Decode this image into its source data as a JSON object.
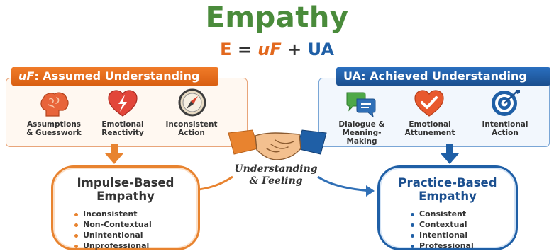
{
  "header": {
    "title": "Empathy",
    "formula": {
      "e": "E",
      "eq": "=",
      "uf": "uF",
      "plus": "+",
      "ua": "UA"
    }
  },
  "left": {
    "banner_key": "uF",
    "banner_text": ": Assumed Understanding",
    "items": [
      {
        "line1": "Assumptions",
        "line2": "& Guesswork",
        "icon": "brain-icon"
      },
      {
        "line1": "Emotional",
        "line2": "Reactivity",
        "icon": "lightning-heart-icon"
      },
      {
        "line1": "Inconsistent",
        "line2": "Action",
        "icon": "compass-icon"
      }
    ],
    "card": {
      "title_line1": "Impulse-Based",
      "title_line2": "Empathy",
      "bullets": [
        "Inconsistent",
        "Non-Contextual",
        "Unintentional",
        "Unprofessional"
      ]
    }
  },
  "right": {
    "banner_text": "UA: Achieved Understanding",
    "items": [
      {
        "line1": "Dialogue &",
        "line2": "Meaning-Making",
        "icon": "speech-bubbles-icon"
      },
      {
        "line1": "Emotional",
        "line2": "Attunement",
        "icon": "check-heart-icon"
      },
      {
        "line1": "Intentional",
        "line2": "Action",
        "icon": "target-icon"
      }
    ],
    "card": {
      "title_line1": "Practice-Based",
      "title_line2": "Empathy",
      "bullets": [
        "Consistent",
        "Contextual",
        "Intentional",
        "Professional"
      ]
    }
  },
  "center": {
    "line1": "Understanding",
    "line2": "& Feeling",
    "icon": "handshake-icon"
  },
  "colors": {
    "green": "#4a8b3b",
    "orange": "#e8832f",
    "blue": "#1f5fa6"
  }
}
